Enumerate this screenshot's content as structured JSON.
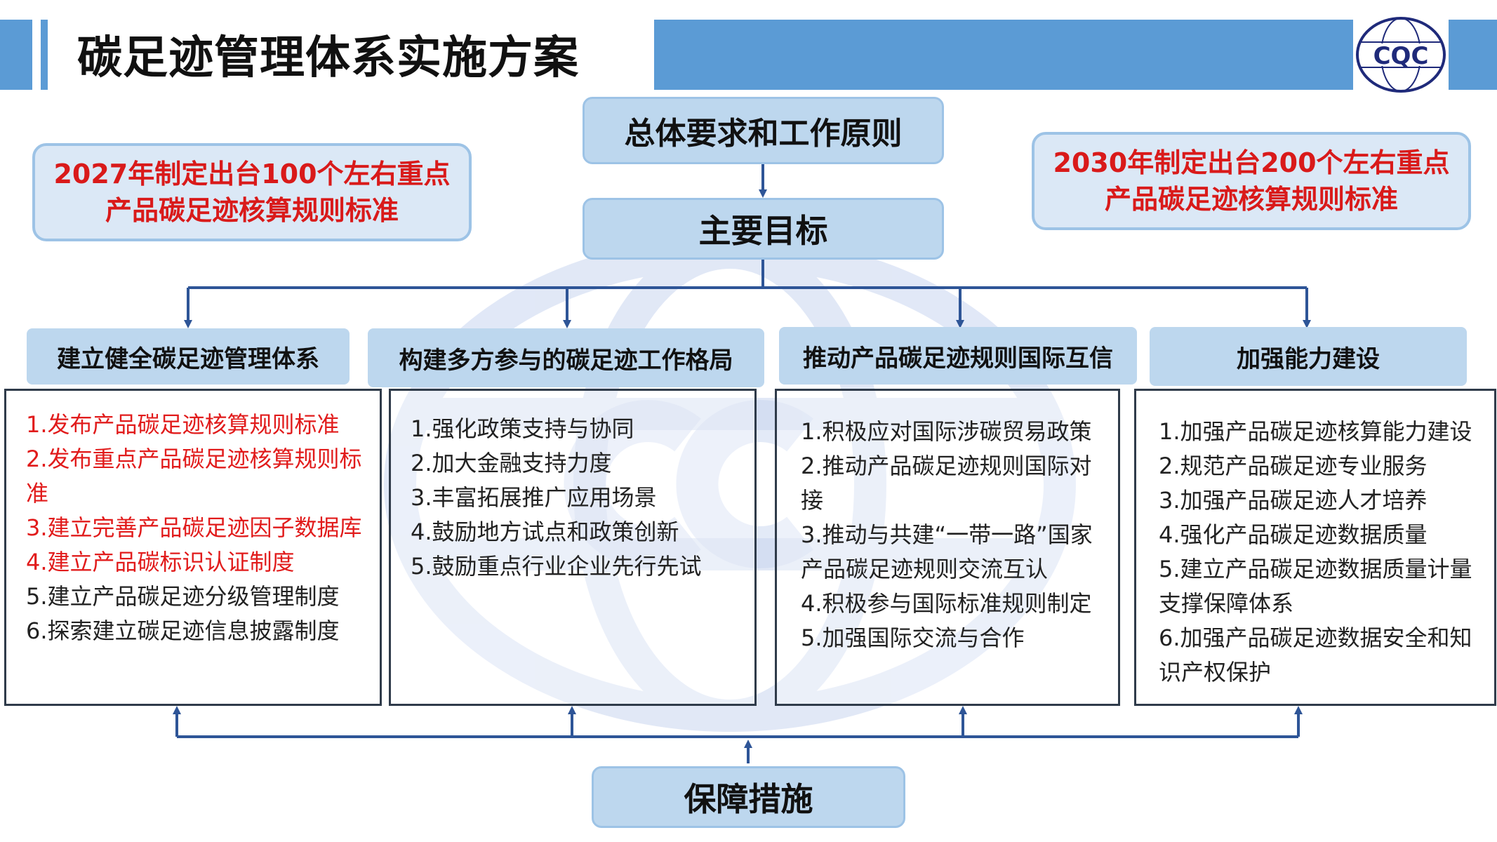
{
  "header": {
    "title": "碳足迹管理体系实施方案",
    "logo_text": "CQC"
  },
  "flow": {
    "top_box": "总体要求和工作原则",
    "goal_box": "主要目标",
    "bottom_box": "保障措施"
  },
  "targets": {
    "left": {
      "line1": "2027年制定出台100个左右重点",
      "line2": "产品碳足迹核算规则标准"
    },
    "right": {
      "line1": "2030年制定出台200个左右重点",
      "line2": "产品碳足迹核算规则标准"
    }
  },
  "columns": [
    {
      "heading": "建立健全碳足迹管理体系",
      "items": [
        {
          "text": "1.发布产品碳足迹核算规则标准"
        },
        {
          "text": "2.发布重点产品碳足迹核算规则标准"
        },
        {
          "text": "3.建立完善产品碳足迹因子数据库"
        },
        {
          "text": "4.建立产品碳标识认证制度"
        },
        {
          "text": "5.建立产品碳足迹分级管理制度"
        },
        {
          "text": "6.探索建立碳足迹信息披露制度"
        }
      ]
    },
    {
      "heading": "构建多方参与的碳足迹工作格局",
      "items": [
        {
          "text": "1.强化政策支持与协同"
        },
        {
          "text": "2.加大金融支持力度"
        },
        {
          "text": "3.丰富拓展推广应用场景"
        },
        {
          "text": "4.鼓励地方试点和政策创新"
        },
        {
          "text": "5.鼓励重点行业企业先行先试"
        }
      ]
    },
    {
      "heading": "推动产品碳足迹规则国际互信",
      "items": [
        {
          "text": "1.积极应对国际涉碳贸易政策"
        },
        {
          "text": "2.推动产品碳足迹规则国际对接"
        },
        {
          "text": "3.推动与共建“一带一路”国家产品碳足迹规则交流互认"
        },
        {
          "text": "4.积极参与国际标准规则制定"
        },
        {
          "text": "5.加强国际交流与合作"
        }
      ]
    },
    {
      "heading": "加强能力建设",
      "items": [
        {
          "text": "1.加强产品碳足迹核算能力建设"
        },
        {
          "text": "2.规范产品碳足迹专业服务"
        },
        {
          "text": "3.加强产品碳足迹人才培养"
        },
        {
          "text": "4.强化产品碳足迹数据质量"
        },
        {
          "text": "5.建立产品碳足迹数据质量计量支撑保障体系"
        },
        {
          "text": "6.加强产品碳足迹数据安全和知识产权保护"
        }
      ]
    }
  ],
  "colors": {
    "accent_blue": "#5b9bd5",
    "box_fill": "#bdd7ee",
    "highlight_red": "#e11b1b",
    "connector": "#2e5597"
  }
}
